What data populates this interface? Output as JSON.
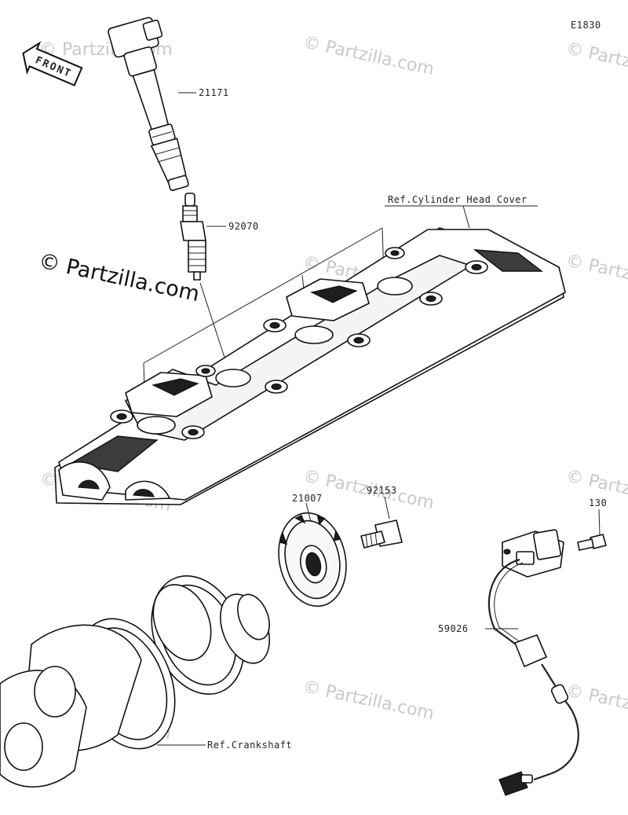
{
  "diagram": {
    "code": "E1830",
    "front_label": "FRONT",
    "copyright": "© Partzilla.com",
    "watermark": "© Partzilla.com",
    "callouts": {
      "ignition_coil": "21171",
      "spark_plug": "92070",
      "cylinder_head_ref": "Ref.Cylinder Head Cover",
      "timing_rotor": "21007",
      "rotor_bolt": "92153",
      "sensor_bolt": "130",
      "crank_sensor": "59026",
      "crankshaft_ref": "Ref.Crankshaft"
    }
  },
  "colors": {
    "line": "#111111",
    "watermark": "#c9c9c9",
    "background": "#ffffff"
  }
}
